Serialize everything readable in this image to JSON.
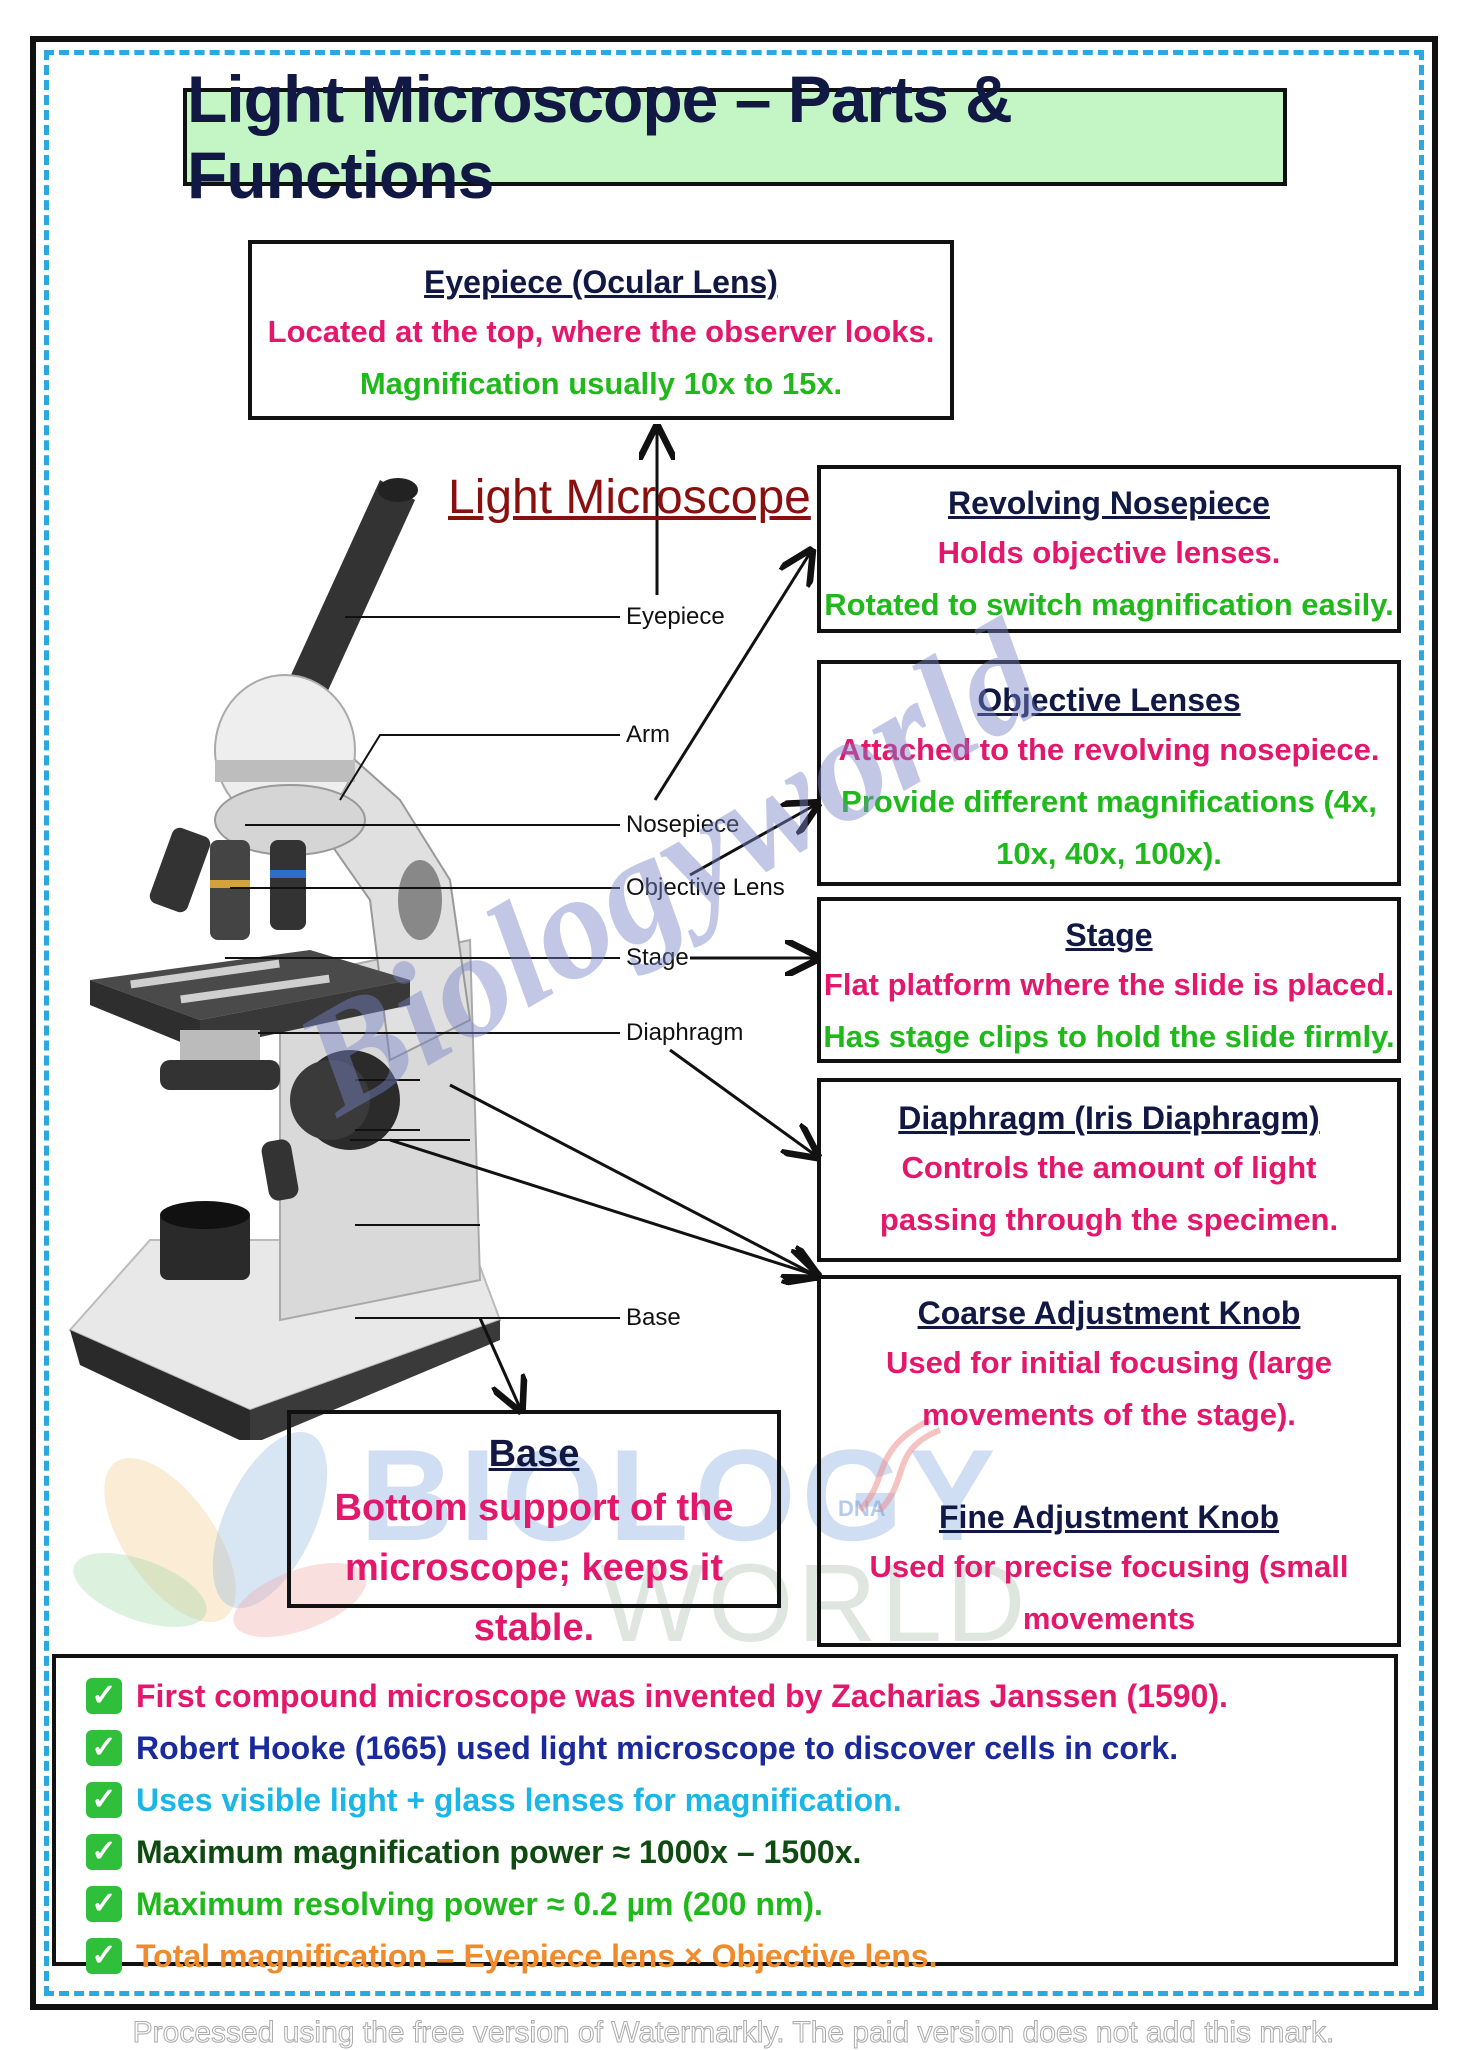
{
  "title": "Light Microscope – Parts & Functions",
  "diagram_title": "Light Microscope",
  "labels": {
    "eyepiece": "Eyepiece",
    "arm": "Arm",
    "nosepiece": "Nosepiece",
    "objective": "Objective Lens",
    "stage": "Stage",
    "diaphragm": "Diaphragm",
    "base": "Base"
  },
  "boxes": {
    "eyepiece": {
      "heading": "Eyepiece (Ocular Lens)",
      "line1": "Located at the top, where the observer looks.",
      "line2": "Magnification usually 10x to 15x."
    },
    "nosepiece": {
      "heading": "Revolving Nosepiece",
      "line1": "Holds objective lenses.",
      "line2": "Rotated to switch magnification easily."
    },
    "objective": {
      "heading": "Objective Lenses",
      "line1": "Attached to the revolving nosepiece.",
      "line2": "Provide different magnifications (4x,",
      "line3": "10x, 40x, 100x)."
    },
    "stage": {
      "heading": "Stage",
      "line1": "Flat platform where the slide is placed.",
      "line2": "Has stage clips to hold the slide firmly."
    },
    "diaphragm": {
      "heading": "Diaphragm (Iris Diaphragm)",
      "line1": "Controls the amount of light",
      "line2": "passing through the specimen."
    },
    "coarse": {
      "heading": "Coarse Adjustment Knob",
      "line1": "Used for initial focusing (large",
      "line2": "movements of the stage)."
    },
    "fine": {
      "heading": "Fine Adjustment Knob",
      "line1": "Used for precise focusing (small",
      "line2": "movements"
    },
    "base": {
      "heading": "Base",
      "line1": "Bottom support of the",
      "line2": "microscope; keeps it stable."
    }
  },
  "facts": [
    "First compound microscope was invented by Zacharias Janssen (1590).",
    "Robert Hooke (1665) used light microscope to discover cells in cork.",
    "Uses visible light + glass lenses for magnification.",
    "Maximum magnification power ≈ 1000x – 1500x.",
    "Maximum resolving power ≈ 0.2 µm (200 nm).",
    "Total magnification = Eyepiece lens × Objective lens."
  ],
  "check_glyph": "✓",
  "watermark": "Biologyworld",
  "logo": {
    "top": "BIOLOGY",
    "dna": "DNA",
    "bottom": "WORLD"
  },
  "bottom_note": "Processed using the free version of Watermarkly. The paid version does not add this mark.",
  "colors": {
    "heading": "#111844",
    "pink": "#e3176c",
    "green": "#20b91b",
    "title_bg": "#c4f5c4",
    "frame_dash": "#2ba8e0"
  }
}
